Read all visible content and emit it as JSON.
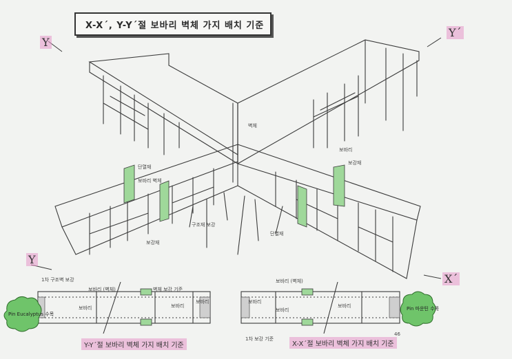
{
  "title": "X-X´, Y-Y´절 보바리 벽체 가지 배치 기준",
  "axes": {
    "y_top_left": "Y",
    "y_top_right": "Y´",
    "y_bottom_left": "Y",
    "x_bottom_right": "X´"
  },
  "iso_notes": {
    "n1": "벽체",
    "n2": "보바리",
    "n3": "보강재",
    "n4": "단열재",
    "n5": "보바리 벽체",
    "n6": "보강재",
    "n7": "구조재 보강",
    "n8": "단열재"
  },
  "plan_left": {
    "label_top": "1차 구조벽 보강",
    "label_a": "보바리 (벽체)",
    "label_b": "벽체 보강 기준",
    "label_c": "보바리",
    "label_d": "보바리",
    "label_e": "보바리",
    "tree": "Pin Eucalyptus 수목",
    "caption": "Y-Y´절 보바리 벽체 가지 배치 기준"
  },
  "plan_right": {
    "label_a": "보바리 (벽체)",
    "label_b": "보바리",
    "label_c": "보바리",
    "label_d": "1차 보강 기준",
    "label_e": "보바리",
    "tree": "Pin 마운틴 수목",
    "caption": "X-X´절 보바리 벽체 가지 배치 기준",
    "dim": "46"
  },
  "colors": {
    "ink": "#3a3a3a",
    "green_panel": "#9fd89a",
    "pink_highlight": "#e896c8",
    "tree_green": "#6fc46a"
  }
}
